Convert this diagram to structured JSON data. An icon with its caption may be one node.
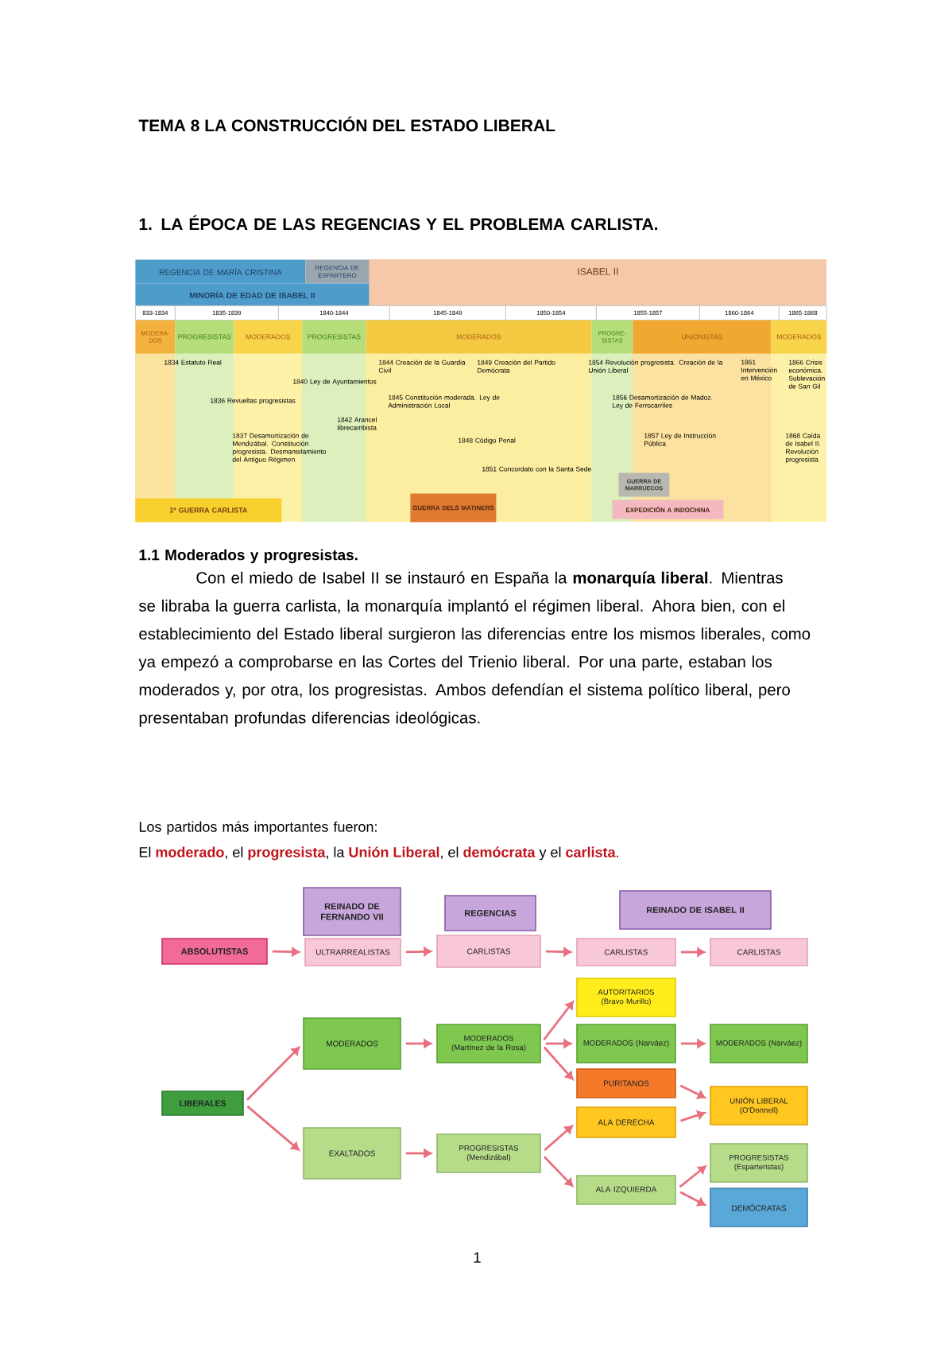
{
  "diagram": {
    "title": "TEMA 8 LA CONSTRUCCIÓN DEL ESTADO LIBERAL",
    "nodes": [
      {
        "text": [
          "REINADO DE FERNANDO VII"
        ]
      },
      {
        "text": [
          "REGENCIAS"
        ]
      },
      {
        "text": [
          "REINADO DE ISABEL II"
        ]
      },
      {
        "text": [
          "ABSOLUTISTAS"
        ]
      },
      {
        "text": [
          "ULTRARREALISTAS"
        ]
      },
      {
        "text": [
          "CARLISTAS"
        ]
      },
      {
        "text": [
          "CARLISTAS"
        ]
      },
      {
        "text": [
          "CARLISTAS"
        ]
      },
      {
        "text": [
          "LIBERALES"
        ]
      },
      {
        "text": [
          "MODERADOS"
        ]
      },
      {
        "text": [
          "EXALTADOS"
        ]
      },
      {
        "text": [
          "MODERADOS (Martínez de la Rosa)"
        ]
      },
      {
        "text": [
          "PROGRESISTAS (Mendizábal)"
        ]
      },
      {
        "text": [
          "AUTORITARIOS (Bravo Murillo)"
        ]
      },
      {
        "text": [
          "MODERADOS (Narváez)"
        ]
      },
      {
        "text": [
          "PURITANOS"
        ]
      },
      {
        "text": [
          "ALA DERECHA"
        ]
      },
      {
        "text": [
          "ALA IZQUIERDA"
        ]
      },
      {
        "text": [
          "MODERADOS (Narváez)"
        ]
      },
      {
        "text": [
          "UNIÓN LIBERAL (O'Donnell)"
        ]
      },
      {
        "text": [
          "PROGRESISTAS (Esparteristas)"
        ]
      },
      {
        "text": [
          "DEMÓCRATAS"
        ]
      }
    ],
    "edges": [
      {
        "from": 3,
        "to": 4,
        "arrow": "to"
      },
      {
        "from": 4,
        "to": 5,
        "arrow": "to"
      },
      {
        "from": 5,
        "to": 6,
        "arrow": "to"
      },
      {
        "from": 6,
        "to": 7,
        "arrow": "to"
      },
      {
        "from": 8,
        "to": 9,
        "arrow": "to"
      },
      {
        "from": 8,
        "to": 10,
        "arrow": "to"
      },
      {
        "from": 9,
        "to": 11,
        "arrow": "to"
      },
      {
        "from": 10,
        "to": 12,
        "arrow": "to"
      },
      {
        "from": 11,
        "to": 13,
        "arrow": "to"
      },
      {
        "from": 11,
        "to": 14,
        "arrow": "to"
      },
      {
        "from": 11,
        "to": 15,
        "arrow": "to"
      },
      {
        "from": 12,
        "to": 16,
        "arrow": "to"
      },
      {
        "from": 12,
        "to": 17,
        "arrow": "to"
      },
      {
        "from": 14,
        "to": 18,
        "arrow": "to"
      },
      {
        "from": 15,
        "to": 19,
        "arrow": "to"
      },
      {
        "from": 16,
        "to": 19,
        "arrow": "to"
      },
      {
        "from": 17,
        "to": 20,
        "arrow": "to"
      },
      {
        "from": 17,
        "to": 21,
        "arrow": "to"
      }
    ],
    "labels": [
      "1. LA ÉPOCA DE LAS REGENCIAS Y EL PROBLEMA CARLISTA.",
      "REGENCIA DE MARÍA CRISTINA",
      "REGENCIA DE ESPARTERO",
      "ISABEL II",
      "MINORÍA DE EDAD DE ISABEL II",
      "833-1834",
      "1835-1839",
      "1840-1844",
      "1845-1849",
      "1850-1854",
      "1855-1857",
      "1860-1864",
      "1865-1868",
      "MODERA-DOS",
      "PROGRESISTAS",
      "MODERADOS",
      "PROGRESISTAS",
      "MODERADOS",
      "PROGRE-SISTAS",
      "UNIONISTAS",
      "MODERADOS",
      "1834 Estatuto Real",
      "1844 Creación de la Guardia Civil",
      "1849 Creación del Partido Demócrata",
      "1854 Revolución progresista. Creación de la Unión Liberal",
      "1861 Intervención en México",
      "1866 Crisis económica. Sublevación de San Gil",
      "1840 Ley de Ayuntamientos",
      "1836 Revueltas progresistas",
      "1845 Constitución moderada. Ley de Administración Local",
      "1856 Desamortización de Madoz. Ley de Ferrocarriles",
      "1842 Arancel librecambista",
      "1837 Desamortización de Mendizábal. Constitución progresista. Desmantelamiento del Antiguo Régimen",
      "1857 Ley de Instrucción Pública",
      "1848 Código Penal",
      "1868 Caída de Isabel II. Revolución progresista",
      "1851 Concordato con la Santa Sede",
      "GUERRA DE MARRUECOS",
      "1ª GUERRA CARLISTA",
      "GUERRA DELS MATINERS",
      "EXPEDICIÓN A INDOCHINA",
      "1.1 Moderados y progresistas.",
      "Con el miedo de Isabel II se instauró en España la **monarquía liberal**. Mientras se libraba la guerra carlista, la monarquía implantó el régimen liberal. Ahora bien, con el establecimiento del Estado liberal surgieron las diferencias entre los mismos liberales, como ya empezó a comprobarse en las Cortes del Trienio liberal. Por una parte, estaban los moderados y, por otra, los progresistas. Ambos defendían el sistema político liberal, pero presentaban profundas diferencias ideológicas.",
      "Los partidos más importantes fueron:",
      "El **moderado**, el **progresista**, la **Unión Liberal**, el **demócrata** y el **carlista**.",
      "1"
    ]
  }
}
